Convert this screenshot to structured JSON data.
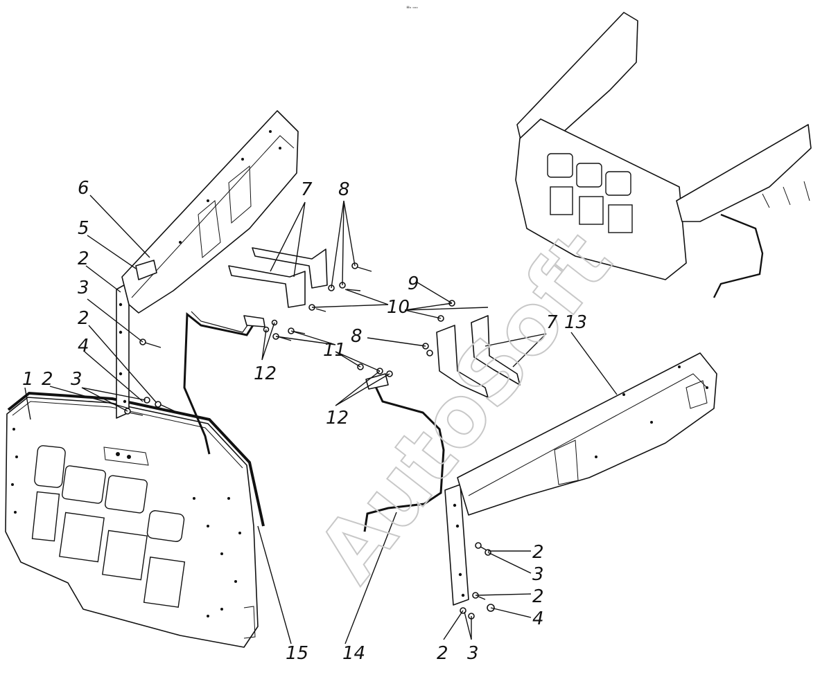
{
  "header_mark": "≡ₒ ₒₒₒ",
  "watermark": "AutoSoft",
  "callouts": [
    "1",
    "2",
    "3",
    "2",
    "4",
    "2",
    "3",
    "5",
    "6",
    "7",
    "8",
    "9",
    "10",
    "8",
    "11",
    "12",
    "12",
    "7",
    "13",
    "2",
    "3",
    "2",
    "4",
    "2",
    "3",
    "14",
    "15"
  ]
}
